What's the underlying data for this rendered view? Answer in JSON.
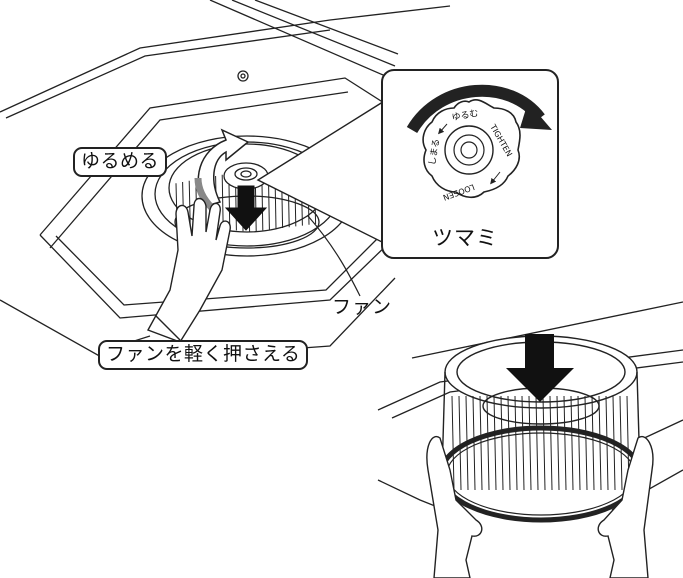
{
  "labels": {
    "loosen_jp": "ゆるめる",
    "knob_jp": "ツマミ",
    "fan_jp": "ファン",
    "press_fan_jp": "ファンを軽く押さえる"
  },
  "knob_markings": {
    "loosen_hiragana": "ゆるむ",
    "tighten_hiragana": "しまる",
    "tighten_en": "TIGHTEN",
    "loosen_en": "LOOSEN"
  }
}
